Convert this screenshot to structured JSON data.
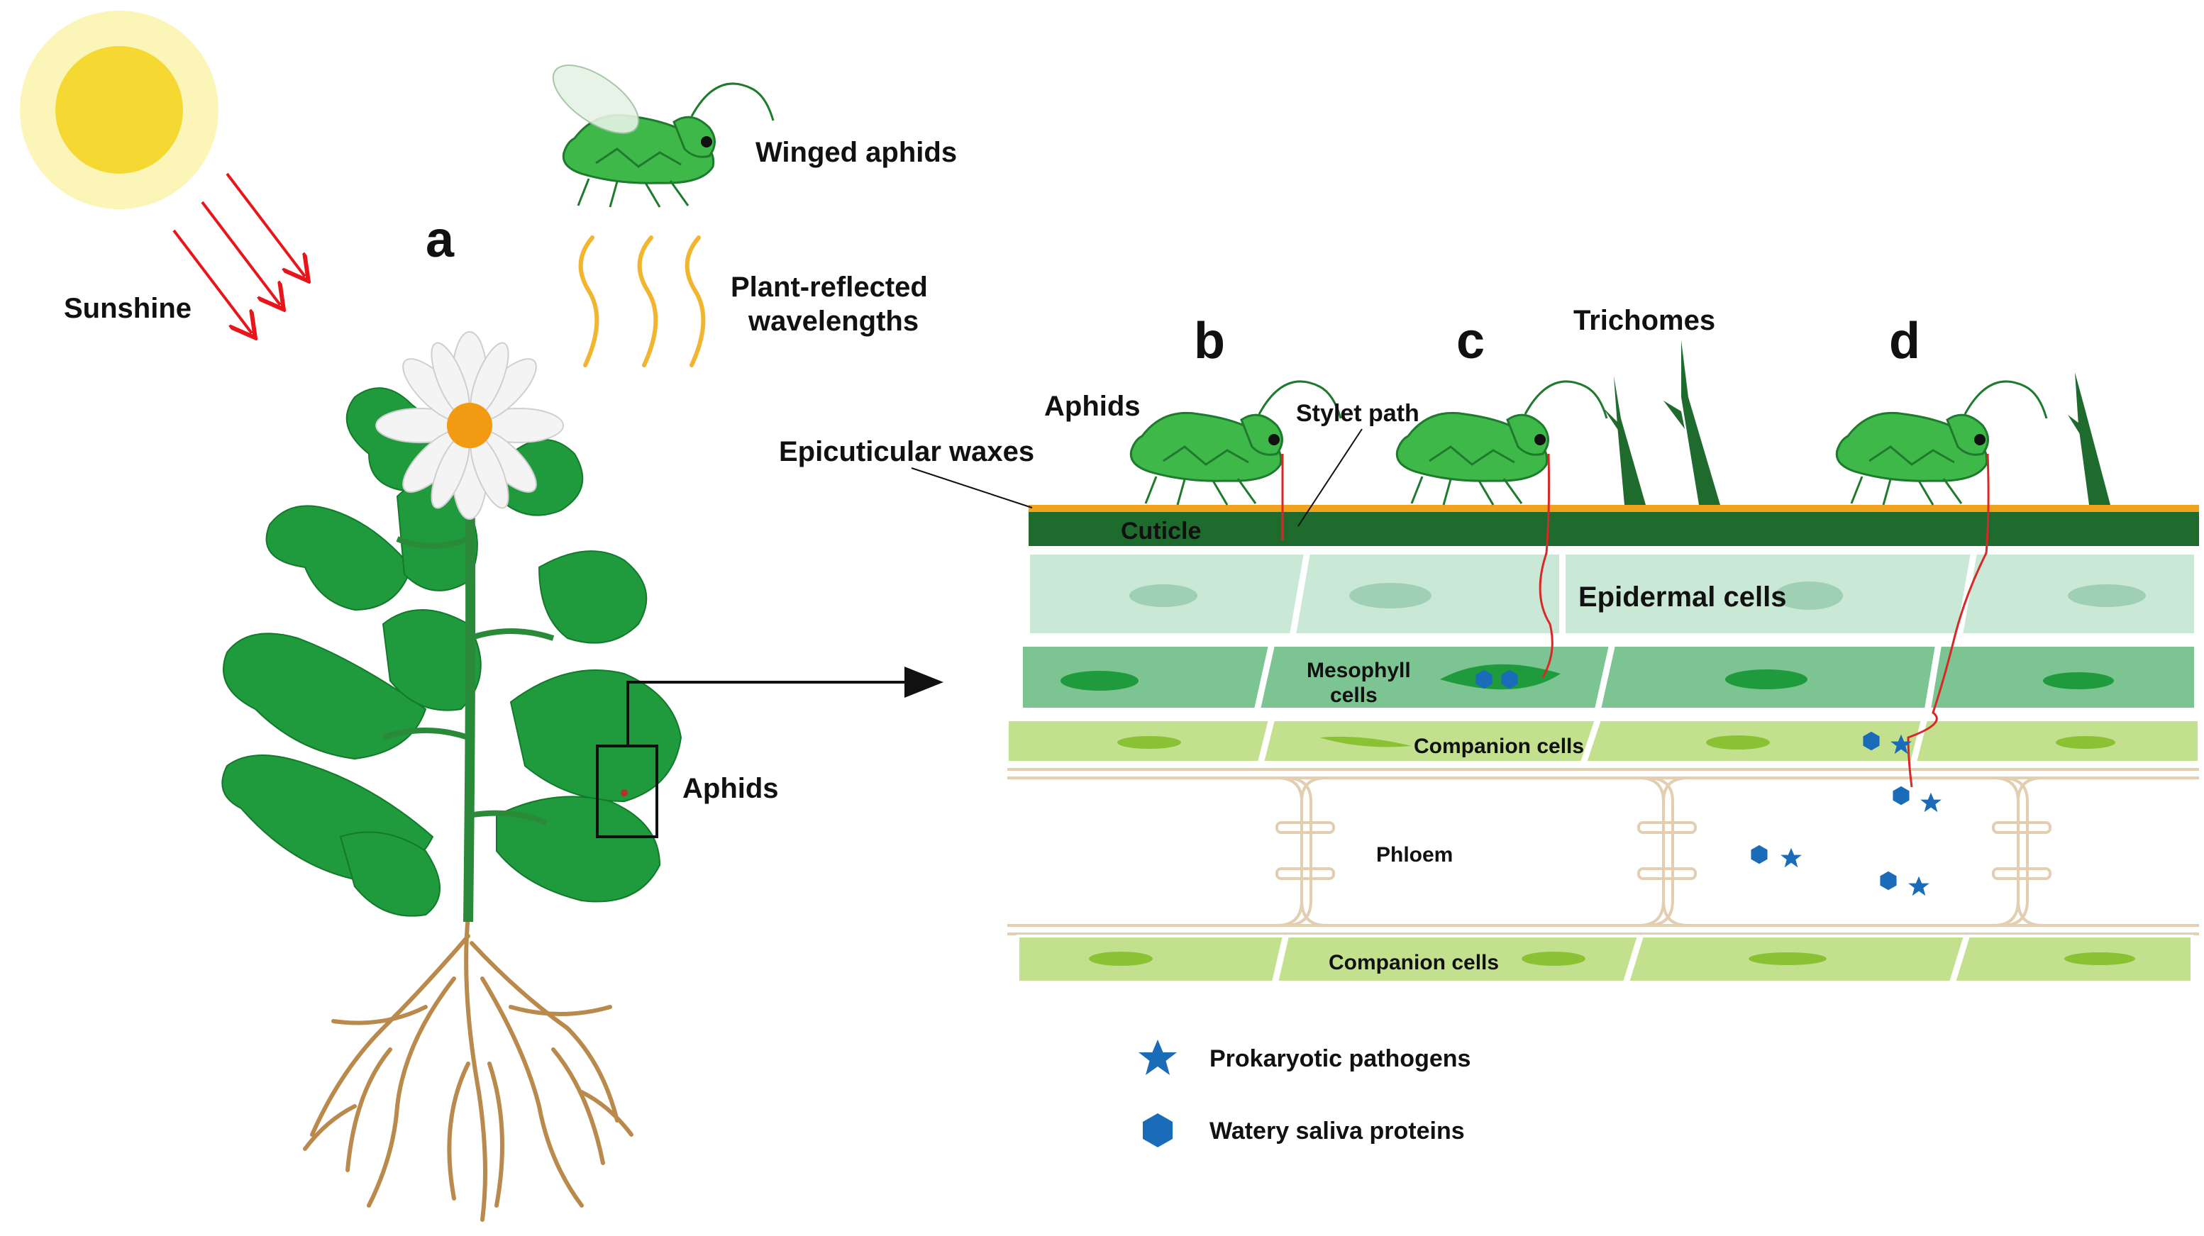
{
  "labels": {
    "sunshine": "Sunshine",
    "winged_aphids": "Winged aphids",
    "plant_reflected_1": "Plant-reflected",
    "plant_reflected_2": "wavelengths",
    "panel_a": "a",
    "panel_b": "b",
    "panel_c": "c",
    "panel_d": "d",
    "trichomes": "Trichomes",
    "aphids_top": "Aphids",
    "stylet_path": "Stylet path",
    "epicuticular_waxes": "Epicuticular waxes",
    "cuticle": "Cuticle",
    "epidermal_cells": "Epidermal cells",
    "mesophyll_1": "Mesophyll",
    "mesophyll_2": "cells",
    "companion_cells_top": "Companion cells",
    "phloem": "Phloem",
    "companion_cells_bottom": "Companion cells",
    "aphids_plant": "Aphids"
  },
  "legend": [
    {
      "symbol": "star",
      "label": "Prokaryotic pathogens"
    },
    {
      "symbol": "hexagon",
      "label": "Watery saliva proteins"
    }
  ],
  "colors": {
    "sun_halo": "#fbf5b8",
    "sun_core": "#f5d831",
    "sun_rays": "#e8161a",
    "aphid_body": "#3fb84a",
    "reflected_waves": "#f2b52f",
    "wax_layer": "#f0a21c",
    "cuticle": "#1f6b2e",
    "epidermal": "#c9e8d6",
    "mesophyll": "#7cc492",
    "companion": "#c3e08f",
    "phloem_wall": "#e8d8bf",
    "pathogen_blue": "#1a6bb8",
    "stylet": "#d92828",
    "leaf_green": "#1f9a3c",
    "root_brown": "#b98a4c"
  }
}
